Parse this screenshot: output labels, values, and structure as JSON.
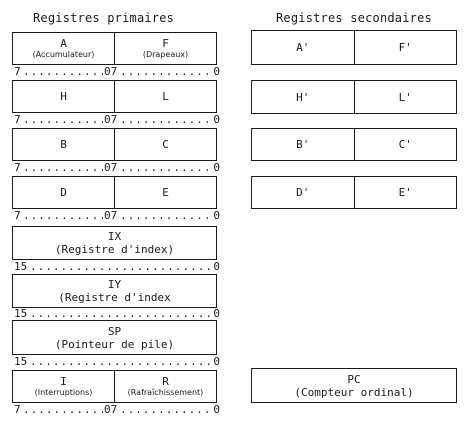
{
  "primary_title": "Registres primaires",
  "secondary_title": "Registres secondaires",
  "registers": {
    "A": {
      "name": "A",
      "desc": "(Accumulateur)"
    },
    "F": {
      "name": "F",
      "desc": "(Drapeaux)"
    },
    "H": {
      "name": "H"
    },
    "L": {
      "name": "L"
    },
    "B": {
      "name": "B"
    },
    "C": {
      "name": "C"
    },
    "D": {
      "name": "D"
    },
    "E": {
      "name": "E"
    },
    "IX": {
      "name": "IX",
      "desc": "(Registre d'index)"
    },
    "IY": {
      "name": "IY",
      "desc": "(Registre d'index"
    },
    "SP": {
      "name": "SP",
      "desc": "(Pointeur de pile)"
    },
    "I": {
      "name": "I",
      "desc": "(Interruptions)"
    },
    "R": {
      "name": "R",
      "desc": "(Rafraîchissement)"
    },
    "A2": {
      "name": "A'"
    },
    "F2": {
      "name": "F'"
    },
    "H2": {
      "name": "H'"
    },
    "L2": {
      "name": "L'"
    },
    "B2": {
      "name": "B'"
    },
    "C2": {
      "name": "C'"
    },
    "D2": {
      "name": "D'"
    },
    "E2": {
      "name": "E'"
    },
    "PC": {
      "name": "PC",
      "desc": "(Compteur ordinal)"
    }
  },
  "scales": {
    "byte_pair": {
      "high_left": "7",
      "high_right": "0",
      "low_left": "7",
      "low_right": "0"
    },
    "word": {
      "left": "15",
      "right": "0"
    }
  }
}
